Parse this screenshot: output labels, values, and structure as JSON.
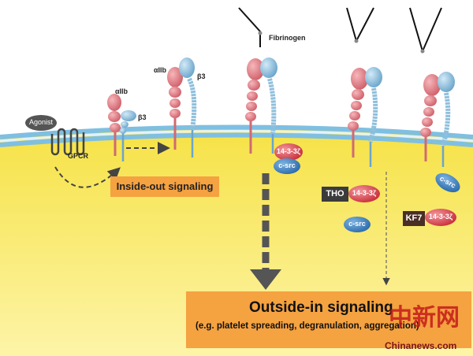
{
  "labels": {
    "agonist": "Agonist",
    "gpcr": "GPCR",
    "aiib_1": "αIIb",
    "b3_1": "β3",
    "aiib_2": "αIIb",
    "b3_2": "β3",
    "fibrinogen": "Fibrinogen",
    "protein_1433": "14-3-3ζ",
    "csrc": "c-src",
    "tho": "THO",
    "kf7": "KF7"
  },
  "boxes": {
    "inside_out": "Inside-out signaling",
    "outside_in_title": "Outside-in signaling",
    "outside_in_sub": "(e.g. platelet spreading, degranulation, aggregation)"
  },
  "watermark": {
    "chinese": "中新网",
    "site": "Chinanews.com"
  },
  "colors": {
    "cytoplasm": "#f9e75a",
    "membrane": "#9fd0ec",
    "alpha_subunit": "#e48a92",
    "beta_subunit": "#8fbfdc",
    "box": "#f5a241",
    "arrow": "#555555"
  }
}
